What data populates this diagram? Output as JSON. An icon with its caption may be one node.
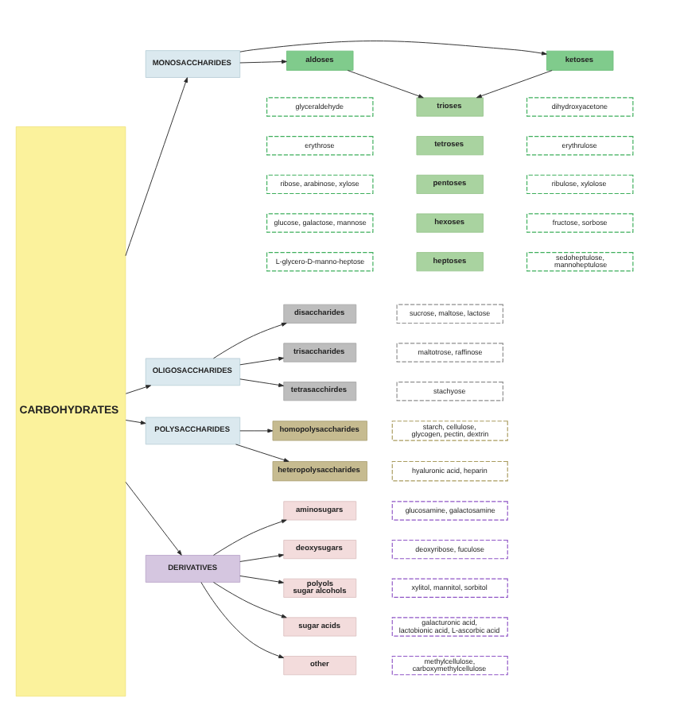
{
  "diagram": {
    "nodes": [
      {
        "text": [
          "CARBOHYDRATES"
        ]
      },
      {
        "text": [
          "MONOSACCHARIDES"
        ]
      },
      {
        "text": [
          "aldoses"
        ]
      },
      {
        "text": [
          "ketoses"
        ]
      },
      {
        "text": [
          "glyceraldehyde"
        ]
      },
      {
        "text": [
          "trioses"
        ]
      },
      {
        "text": [
          "dihydroxyacetone"
        ]
      },
      {
        "text": [
          "erythrose"
        ]
      },
      {
        "text": [
          "tetroses"
        ]
      },
      {
        "text": [
          "erythrulose"
        ]
      },
      {
        "text": [
          "ribose, arabinose, xylose"
        ]
      },
      {
        "text": [
          "pentoses"
        ]
      },
      {
        "text": [
          "ribulose, xylolose"
        ]
      },
      {
        "text": [
          "glucose, galactose, mannose"
        ]
      },
      {
        "text": [
          "hexoses"
        ]
      },
      {
        "text": [
          "fructose, sorbose"
        ]
      },
      {
        "text": [
          "L-glycero-D-manno-heptose"
        ]
      },
      {
        "text": [
          "heptoses"
        ]
      },
      {
        "text": [
          "sedoheptulose, mannoheptulose"
        ]
      },
      {
        "text": [
          "OLIGOSACCHARIDES"
        ]
      },
      {
        "text": [
          "disaccharides"
        ]
      },
      {
        "text": [
          "sucrose, maltose, lactose"
        ]
      },
      {
        "text": [
          "trisaccharides"
        ]
      },
      {
        "text": [
          "maltotrose, raffinose"
        ]
      },
      {
        "text": [
          "tetrasacchirdes"
        ]
      },
      {
        "text": [
          "stachyose"
        ]
      },
      {
        "text": [
          "POLYSACCHARIDES"
        ]
      },
      {
        "text": [
          "homopolysaccharides"
        ]
      },
      {
        "text": [
          "starch, cellulose, glycogen, pectin, dextrin"
        ]
      },
      {
        "text": [
          "heteropolysaccharides"
        ]
      },
      {
        "text": [
          "hyaluronic acid, heparin"
        ]
      },
      {
        "text": [
          "DERIVATIVES"
        ]
      },
      {
        "text": [
          "aminosugars"
        ]
      },
      {
        "text": [
          "glucosamine, galactosamine"
        ]
      },
      {
        "text": [
          "deoxysugars"
        ]
      },
      {
        "text": [
          "deoxyribose, fuculose"
        ]
      },
      {
        "text": [
          "polyols",
          "sugar alcohols"
        ]
      },
      {
        "text": [
          "xylitol, mannitol, sorbitol"
        ]
      },
      {
        "text": [
          "sugar acids"
        ]
      },
      {
        "text": [
          "galacturonic acid, lactobionic acid, L-ascorbic acid"
        ]
      },
      {
        "text": [
          "other"
        ]
      },
      {
        "text": [
          "methylcellulose, carboxymethylcellulose"
        ]
      }
    ],
    "edges": [
      {
        "from": 0,
        "to": 1,
        "arrow": "to"
      },
      {
        "from": 0,
        "to": 19,
        "arrow": "to"
      },
      {
        "from": 0,
        "to": 26,
        "arrow": "to"
      },
      {
        "from": 0,
        "to": 31,
        "arrow": "to"
      },
      {
        "from": 1,
        "to": 2,
        "arrow": "to"
      },
      {
        "from": 1,
        "to": 3,
        "arrow": "to"
      },
      {
        "from": 2,
        "to": 5,
        "arrow": "to"
      },
      {
        "from": 3,
        "to": 5,
        "arrow": "to"
      },
      {
        "from": 19,
        "to": 20,
        "arrow": "to"
      },
      {
        "from": 19,
        "to": 22,
        "arrow": "to"
      },
      {
        "from": 19,
        "to": 24,
        "arrow": "to"
      },
      {
        "from": 26,
        "to": 27,
        "arrow": "to"
      },
      {
        "from": 26,
        "to": 29,
        "arrow": "to"
      },
      {
        "from": 31,
        "to": 32,
        "arrow": "to"
      },
      {
        "from": 31,
        "to": 34,
        "arrow": "to"
      },
      {
        "from": 31,
        "to": 36,
        "arrow": "to"
      },
      {
        "from": 31,
        "to": 38,
        "arrow": "to"
      },
      {
        "from": 31,
        "to": 40,
        "arrow": "to"
      }
    ]
  }
}
